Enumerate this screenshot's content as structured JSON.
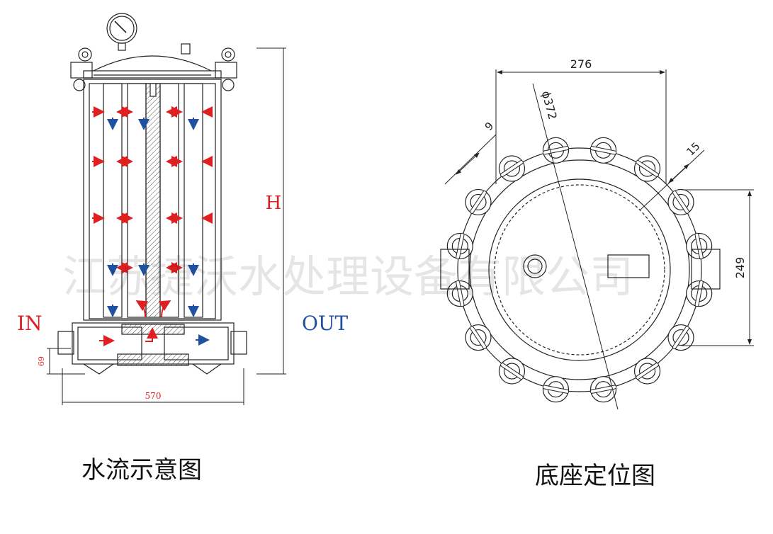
{
  "left_diagram": {
    "caption": "水流示意图",
    "inlet_label": "IN",
    "outlet_label": "OUT",
    "height_label": "H",
    "width_dimension": "570",
    "base_height_dimension": "69"
  },
  "right_diagram": {
    "caption": "底座定位图",
    "bolt_span_dimension": "276",
    "diameter_dimension": "ϕ372",
    "small_dimension": "9",
    "flange_dimension": "15",
    "vertical_dimension": "249"
  },
  "watermark": "江苏捷沃水处理设备有限公司",
  "colors": {
    "inflow_arrow": "#e02020",
    "outflow_arrow": "#2050a0",
    "dimension_red": "#e02020",
    "outlet_blue": "#2050a0",
    "line": "#222222"
  }
}
